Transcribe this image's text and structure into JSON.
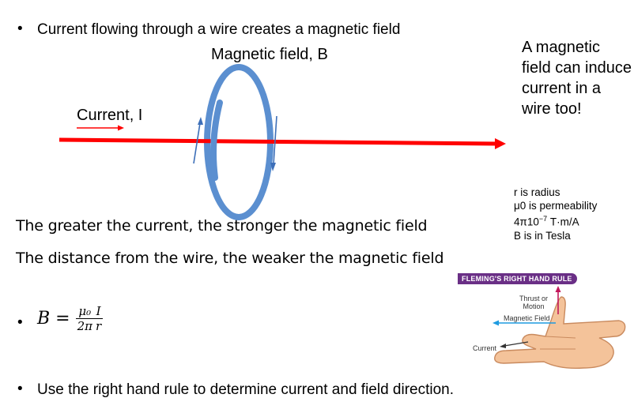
{
  "bullets": {
    "first": "Current flowing through a wire creates a magnetic field",
    "last": "Use the right hand rule to determine current and field direction."
  },
  "diagram": {
    "field_label": "Magnetic field, B",
    "current_label": "Current, I",
    "colors": {
      "wire": "#ff0000",
      "loop": "#5b8fd0",
      "direction_arrow": "#3d6fb8"
    }
  },
  "side_note": "A magnetic field can induce current in a wire too!",
  "variable_notes": {
    "line1": "r is radius",
    "line2": "μ0 is permeability",
    "line3_base": "4π10",
    "line3_exp": "−7",
    "line3_unit": " T·m/A",
    "line4": "B is in Tesla"
  },
  "statements": {
    "greater": "The greater the current, the stronger the magnetic field",
    "distance": "The distance from the wire, the weaker the magnetic field"
  },
  "formula": {
    "lhs": "B",
    "equals": " = ",
    "frac1_num": "μ₀",
    "frac1_den": "2π",
    "frac2_num": "I",
    "frac2_den": "r"
  },
  "right_hand_rule": {
    "title": "FLEMING'S RIGHT HAND RULE",
    "thrust_line1": "Thrust or",
    "thrust_line2": "Motion",
    "field": "Magnetic Field",
    "current": "Current",
    "colors": {
      "header": "#6a2f86",
      "thrust_arrow": "#c2185b",
      "field_arrow": "#1e9be0",
      "skin": "#f4c39a"
    }
  }
}
